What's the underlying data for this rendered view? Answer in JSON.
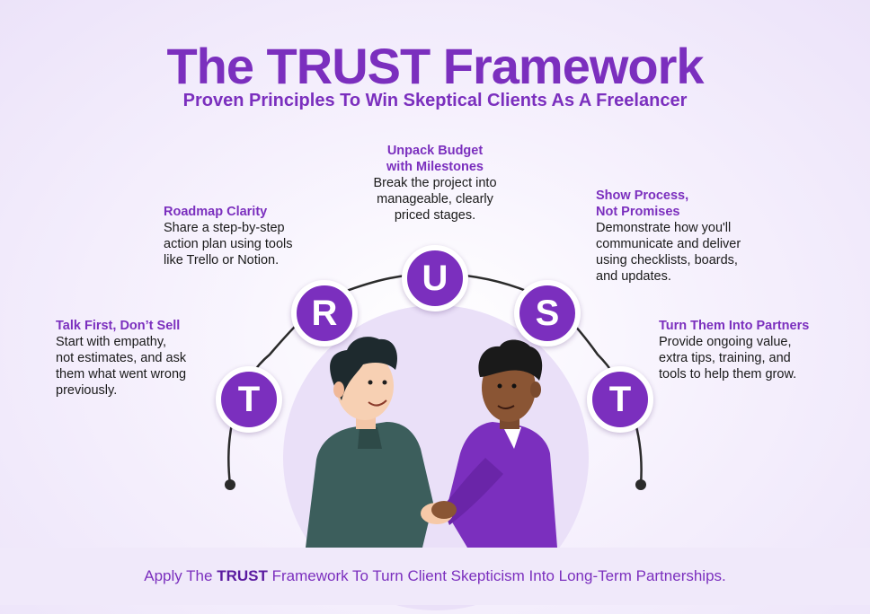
{
  "header": {
    "title": "The TRUST Framework",
    "subtitle": "Proven Principles To Win Skeptical Clients As A Freelancer"
  },
  "steps": [
    {
      "letter": "T",
      "title": "Talk First, Don’t Sell",
      "lines": [
        "Start with empathy,",
        "not estimates, and ask",
        "them what went wrong",
        "previously."
      ]
    },
    {
      "letter": "R",
      "title": "Roadmap Clarity",
      "lines": [
        "Share a step-by-step",
        "action plan using tools",
        "like Trello or Notion."
      ]
    },
    {
      "letter": "U",
      "title_lines": [
        "Unpack Budget",
        "with Milestones"
      ],
      "lines": [
        "Break the project into",
        "manageable, clearly",
        "priced stages."
      ]
    },
    {
      "letter": "S",
      "title_lines": [
        "Show Process,",
        "Not Promises"
      ],
      "lines": [
        "Demonstrate how you'll",
        "communicate and deliver",
        "using checklists, boards,",
        "and updates."
      ]
    },
    {
      "letter": "T",
      "title": "Turn Them Into Partners",
      "lines": [
        "Provide ongoing value,",
        "extra tips, training, and",
        "tools to help them grow."
      ]
    }
  ],
  "footer": {
    "prefix": "Apply The",
    "highlight": "TRUST",
    "suffix": "Framework To Turn Client Skepticism Into Long-Term Partnerships."
  },
  "colors": {
    "accent": "#7b2fbe",
    "background": "#f3eefb",
    "text": "#1a1a1a"
  },
  "illustration": {
    "type": "handshake",
    "description_icon": "handshake-illustration"
  }
}
